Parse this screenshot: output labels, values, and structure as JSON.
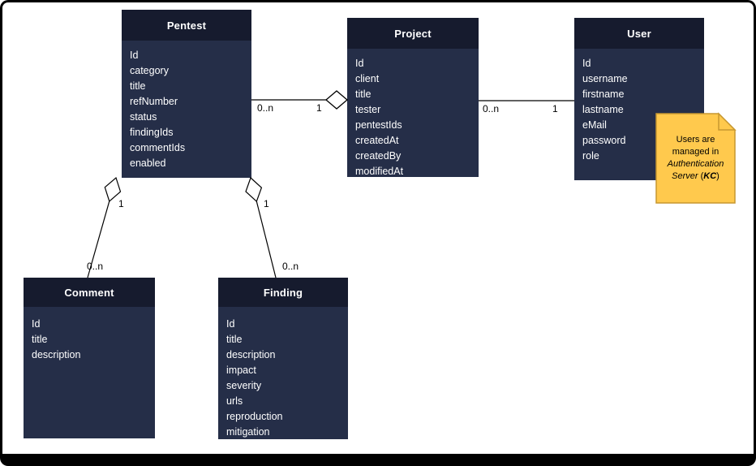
{
  "colors": {
    "entity_header_bg": "#161B2E",
    "entity_body_bg": "#252E48",
    "entity_text": "#FFFFFF",
    "connector": "#000000",
    "note_fill": "#FFC94D",
    "note_border": "#C79730",
    "note_text": "#000000",
    "canvas_bg": "#FFFFFF",
    "frame_border": "#000000"
  },
  "entities": {
    "pentest": {
      "title": "Pentest",
      "fields": [
        "Id",
        "category",
        "title",
        "refNumber",
        "status",
        "findingIds",
        "commentIds",
        "enabled"
      ]
    },
    "project": {
      "title": "Project",
      "fields": [
        "Id",
        "client",
        "title",
        "tester",
        "pentestIds",
        "createdAt",
        "createdBy",
        "modifiedAt"
      ]
    },
    "user": {
      "title": "User",
      "fields": [
        "Id",
        "username",
        "firstname",
        "lastname",
        "eMail",
        "password",
        "role"
      ]
    },
    "comment": {
      "title": "Comment",
      "fields": [
        "Id",
        "title",
        "description"
      ]
    },
    "finding": {
      "title": "Finding",
      "fields": [
        "Id",
        "title",
        "description",
        "impact",
        "severity",
        "urls",
        "reproduction",
        "mitigation"
      ]
    }
  },
  "relationships": {
    "pentest_project": {
      "source": "Pentest",
      "target": "Project",
      "type": "aggregation",
      "source_mult": "0..n",
      "target_mult": "1"
    },
    "project_user": {
      "source": "Project",
      "target": "User",
      "type": "association",
      "source_mult": "0..n",
      "target_mult": "1"
    },
    "pentest_comment": {
      "source": "Pentest",
      "target": "Comment",
      "type": "aggregation",
      "source_mult": "1",
      "target_mult": "0..n"
    },
    "pentest_finding": {
      "source": "Pentest",
      "target": "Finding",
      "type": "aggregation",
      "source_mult": "1",
      "target_mult": "0..n"
    }
  },
  "note": {
    "line1": "Users are",
    "line2": "managed in",
    "line3": "Authentication",
    "line4_prefix": "Server",
    "line4_open": " (",
    "line4_emphasis": "KC",
    "line4_close": ")"
  }
}
